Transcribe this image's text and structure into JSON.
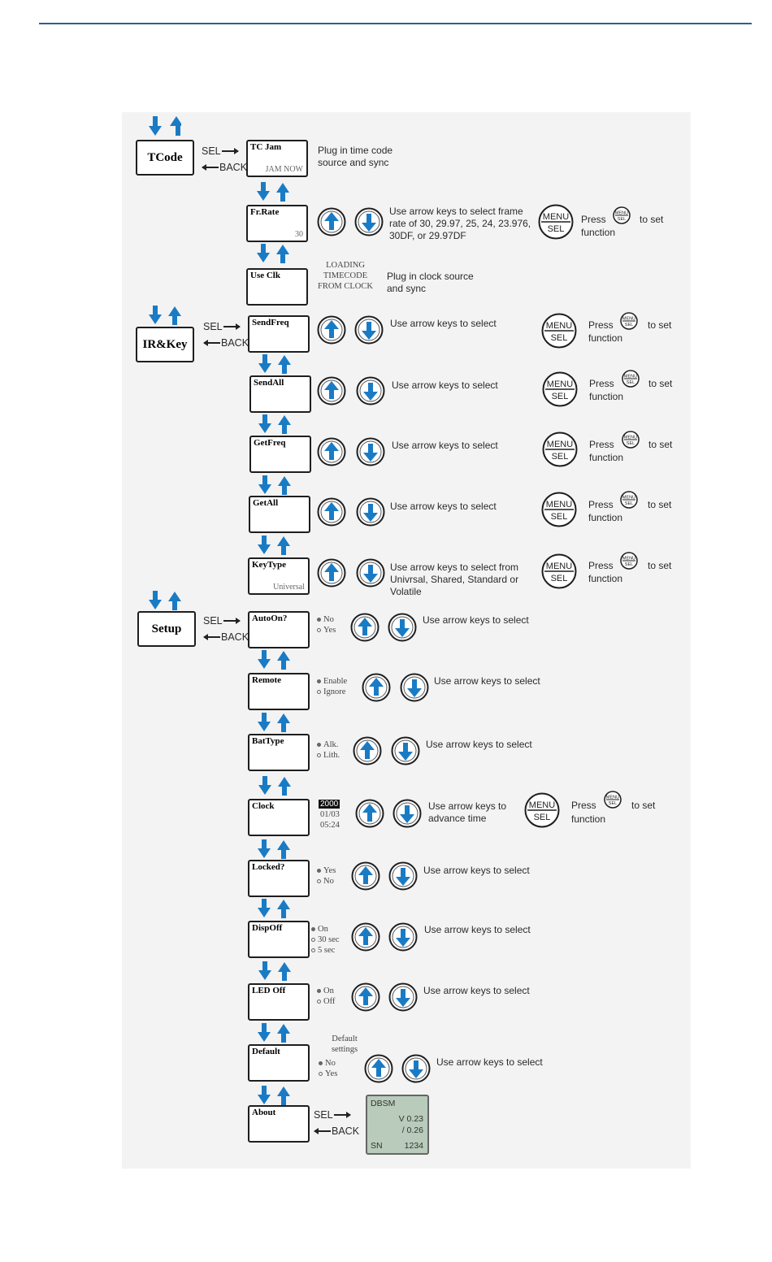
{
  "colors": {
    "arrow_blue": "#1a7bc5",
    "rule": "#2c5f95",
    "panel": "#f3f3f3",
    "about_lcd": "#b9cbbb"
  },
  "icons": [
    "arrow-down-icon",
    "arrow-up-icon",
    "up-circle-icon",
    "down-circle-icon",
    "menu-sel-button-icon"
  ],
  "nav": {
    "sel": "SEL",
    "back": "BACK"
  },
  "main_menus": {
    "tcode": "TCode",
    "irkey": "IR&Key",
    "setup": "Setup"
  },
  "items": {
    "tcjam": {
      "title": "TC Jam",
      "value": "JAM NOW",
      "desc": "Plug in time code source and sync"
    },
    "frrate": {
      "title": "Fr.Rate",
      "value": "30",
      "desc": "Use arrow keys to select frame rate of 30, 29.97, 25, 24, 23.976, 30DF, or 29.97DF"
    },
    "useclk": {
      "title": "Use Clk",
      "status": "LOADING TIMECODE FROM CLOCK",
      "desc": "Plug in clock source and sync"
    },
    "sendfreq": {
      "title": "SendFreq",
      "desc": "Use arrow keys to select"
    },
    "sendall": {
      "title": "SendAll",
      "desc": "Use arrow keys to select"
    },
    "getfreq": {
      "title": "GetFreq",
      "desc": "Use arrow keys to select"
    },
    "getall": {
      "title": "GetAll",
      "desc": "Use arrow keys to select"
    },
    "keytype": {
      "title": "KeyType",
      "value": "Universal",
      "desc": "Use arrow keys to select from Univrsal, Shared, Standard or Volatile"
    },
    "autoon": {
      "title": "AutoOn?",
      "opt1": "No",
      "opt2": "Yes",
      "desc": "Use arrow keys to select"
    },
    "remote": {
      "title": "Remote",
      "opt1": "Enable",
      "opt2": "Ignore",
      "desc": "Use arrow keys to select"
    },
    "battype": {
      "title": "BatType",
      "opt1": "Alk.",
      "opt2": "Lith.",
      "desc": "Use arrow keys to select"
    },
    "clock": {
      "title": "Clock",
      "year": "2000",
      "date": "01/03",
      "time": "05:24",
      "desc": "Use arrow keys to advance time"
    },
    "locked": {
      "title": "Locked?",
      "opt1": "Yes",
      "opt2": "No",
      "desc": "Use arrow keys to select"
    },
    "dispoff": {
      "title": "DispOff",
      "opt1": "On",
      "opt2": "30 sec",
      "opt3": "5 sec",
      "desc": "Use arrow keys to select"
    },
    "ledoff": {
      "title": "LED Off",
      "opt1": "On",
      "opt2": "Off",
      "desc": "Use arrow keys to select"
    },
    "default": {
      "title": "Default",
      "header": "Default settings",
      "opt1": "No",
      "opt2": "Yes",
      "desc": "Use arrow keys to select"
    },
    "about": {
      "title": "About",
      "lcd_name": "DBSM",
      "lcd_v1": "V 0.23",
      "lcd_v2": "/ 0.26",
      "lcd_sn": "SN",
      "lcd_num": "1234"
    }
  },
  "press": {
    "press": "Press",
    "to_set": "to set",
    "function": "function"
  },
  "menu_button": {
    "top": "MENU",
    "bottom": "SEL"
  }
}
